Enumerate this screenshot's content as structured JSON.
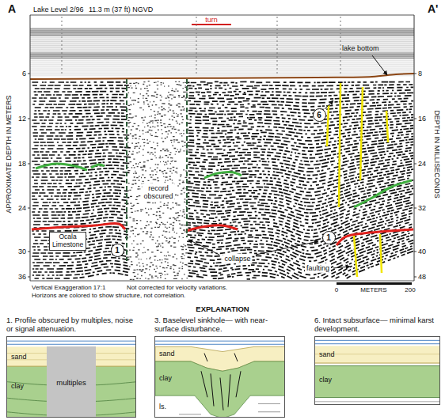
{
  "diagram": {
    "nodes": [
      {
        "text": [
          "6"
        ]
      },
      {
        "text": [
          "1"
        ]
      },
      {
        "text": [
          "1"
        ]
      },
      {
        "text": [
          "1. Profile obscured by multiples, noise or signal attenuation."
        ]
      },
      {
        "text": [
          "multiples"
        ],
        "in": 3
      },
      {
        "text": [
          "3. Baselevel sinkhole— with near-surface disturbance."
        ]
      },
      {
        "text": [
          "6. Intact subsurface— minimal karst development."
        ]
      }
    ],
    "labels": [
      "A",
      "A'",
      "Lake Level 2/96",
      "11.3 m (37 ft) NGVD",
      "turn",
      "lake bottom",
      "APPROXIMATE DEPTH IN METERS",
      "DEPTH IN MILLISECONDS",
      "6",
      "12",
      "18",
      "24",
      "30",
      "36",
      "8",
      "16",
      "24",
      "32",
      "40",
      "48",
      "record obscured",
      "Ocala Limestone",
      "collapse",
      "faulting",
      "Vertical Exaggeration 17:1",
      "Not corrected for velocity variations.",
      "Horizons are colored to show structure, not correlation.",
      "0",
      "METERS",
      "200",
      "EXPLANATION",
      "sand",
      "clay",
      "sand",
      "clay",
      "ls.",
      "sand",
      "clay"
    ]
  }
}
